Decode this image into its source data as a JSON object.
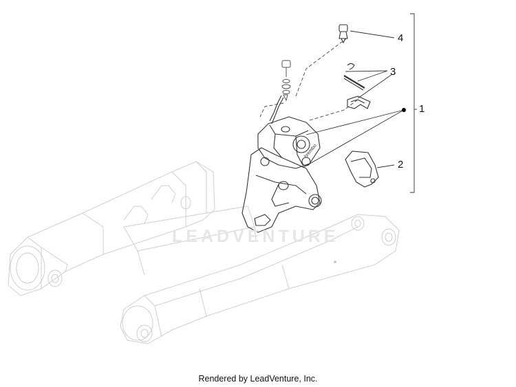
{
  "callouts": [
    {
      "id": "1",
      "label": "1"
    },
    {
      "id": "2",
      "label": "2"
    },
    {
      "id": "3",
      "label": "3"
    },
    {
      "id": "4",
      "label": "4"
    }
  ],
  "watermark": "LEADVENTURE",
  "footer": "Rendered by LeadVenture, Inc.",
  "colors": {
    "ghost_line": "#cfcfcf",
    "part_line": "#333333",
    "watermark": "#e6e6e6"
  }
}
